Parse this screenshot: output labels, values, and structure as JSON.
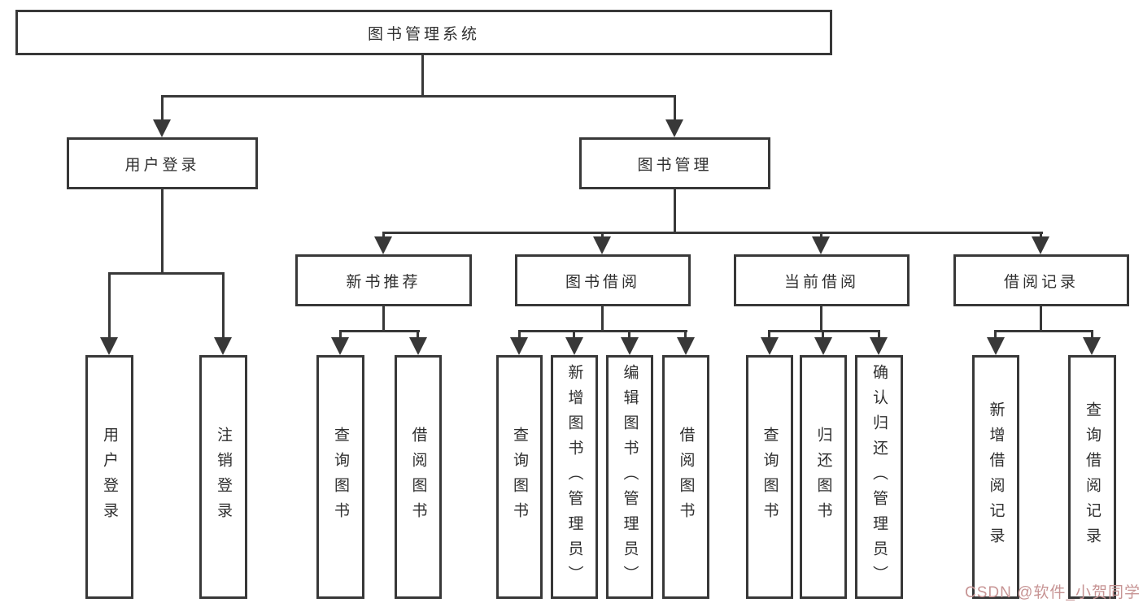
{
  "tree": {
    "root": {
      "label": "图书管理系统",
      "children": [
        {
          "label": "用户登录",
          "children": [
            {
              "label": "用户登录"
            },
            {
              "label": "注销登录"
            }
          ]
        },
        {
          "label": "图书管理",
          "children": [
            {
              "label": "新书推荐",
              "children": [
                {
                  "label": "查询图书"
                },
                {
                  "label": "借阅图书"
                }
              ]
            },
            {
              "label": "图书借阅",
              "children": [
                {
                  "label": "查询图书"
                },
                {
                  "label": "新增图书（管理员）"
                },
                {
                  "label": "编辑图书（管理员）"
                },
                {
                  "label": "借阅图书"
                }
              ]
            },
            {
              "label": "当前借阅",
              "children": [
                {
                  "label": "查询图书"
                },
                {
                  "label": "归还图书"
                },
                {
                  "label": "确认归还（管理员）"
                }
              ]
            },
            {
              "label": "借阅记录",
              "children": [
                {
                  "label": "新增借阅记录"
                },
                {
                  "label": "查询借阅记录"
                }
              ]
            }
          ]
        }
      ]
    }
  },
  "watermark": {
    "text": "CSDN @软件_小贺同学",
    "color": "#c79494"
  },
  "colors": {
    "line": "#383838",
    "box_border": "#383838",
    "box_fill": "#ffffff",
    "text": "#2f2f2f",
    "background": "#ffffff"
  }
}
